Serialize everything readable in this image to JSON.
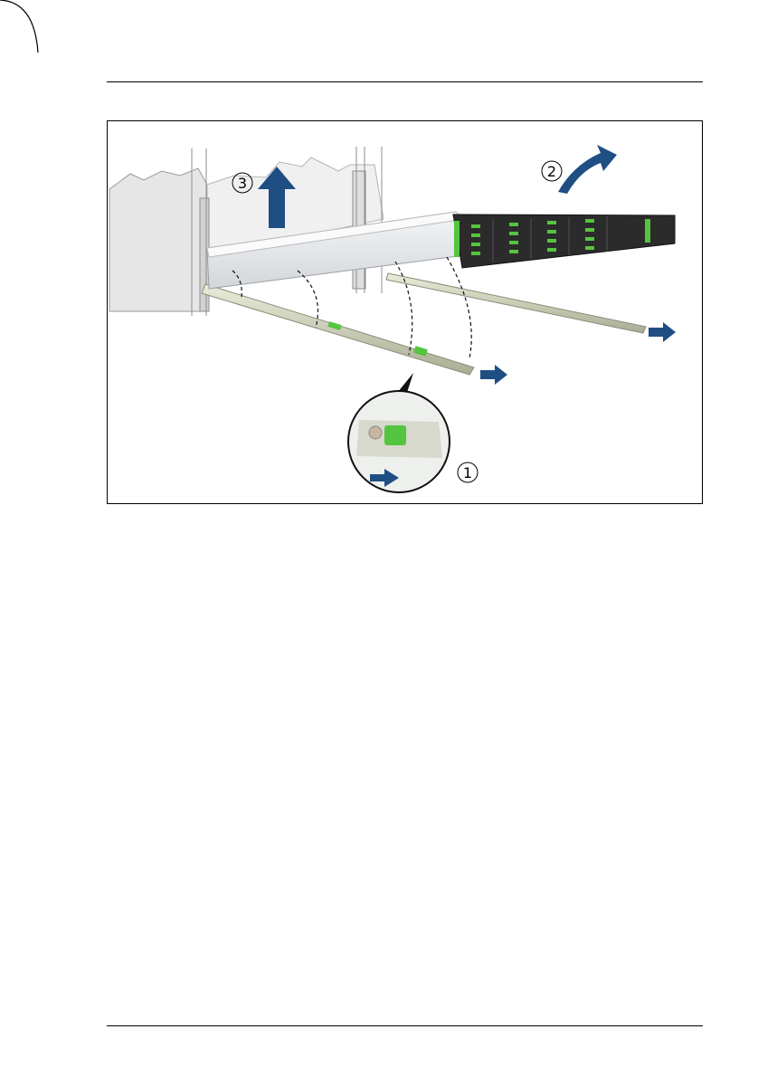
{
  "figure": {
    "steps": [
      {
        "number": "1",
        "action": "release-latch"
      },
      {
        "number": "2",
        "action": "tilt-up"
      },
      {
        "number": "3",
        "action": "lift-out"
      }
    ],
    "colors": {
      "arrow": "#1f4e83",
      "latch": "#55c53f",
      "rack": "#e4e4e4",
      "server_front": "#2b2b2b"
    }
  }
}
